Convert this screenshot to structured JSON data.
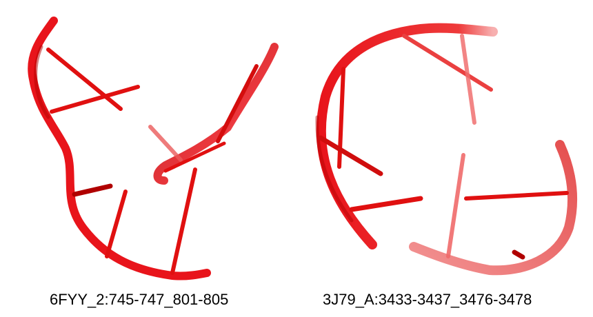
{
  "colors": {
    "backbone": "#e8141b",
    "backbone_dark": "#a30000",
    "backbone_light": "#f07a7a",
    "background": "#ffffff",
    "caption_text": "#000000"
  },
  "structures": [
    {
      "id": "left",
      "label": "6FYY_2:745-747_801-805"
    },
    {
      "id": "right",
      "label": "3J79_A:3433-3437_3476-3478"
    }
  ]
}
